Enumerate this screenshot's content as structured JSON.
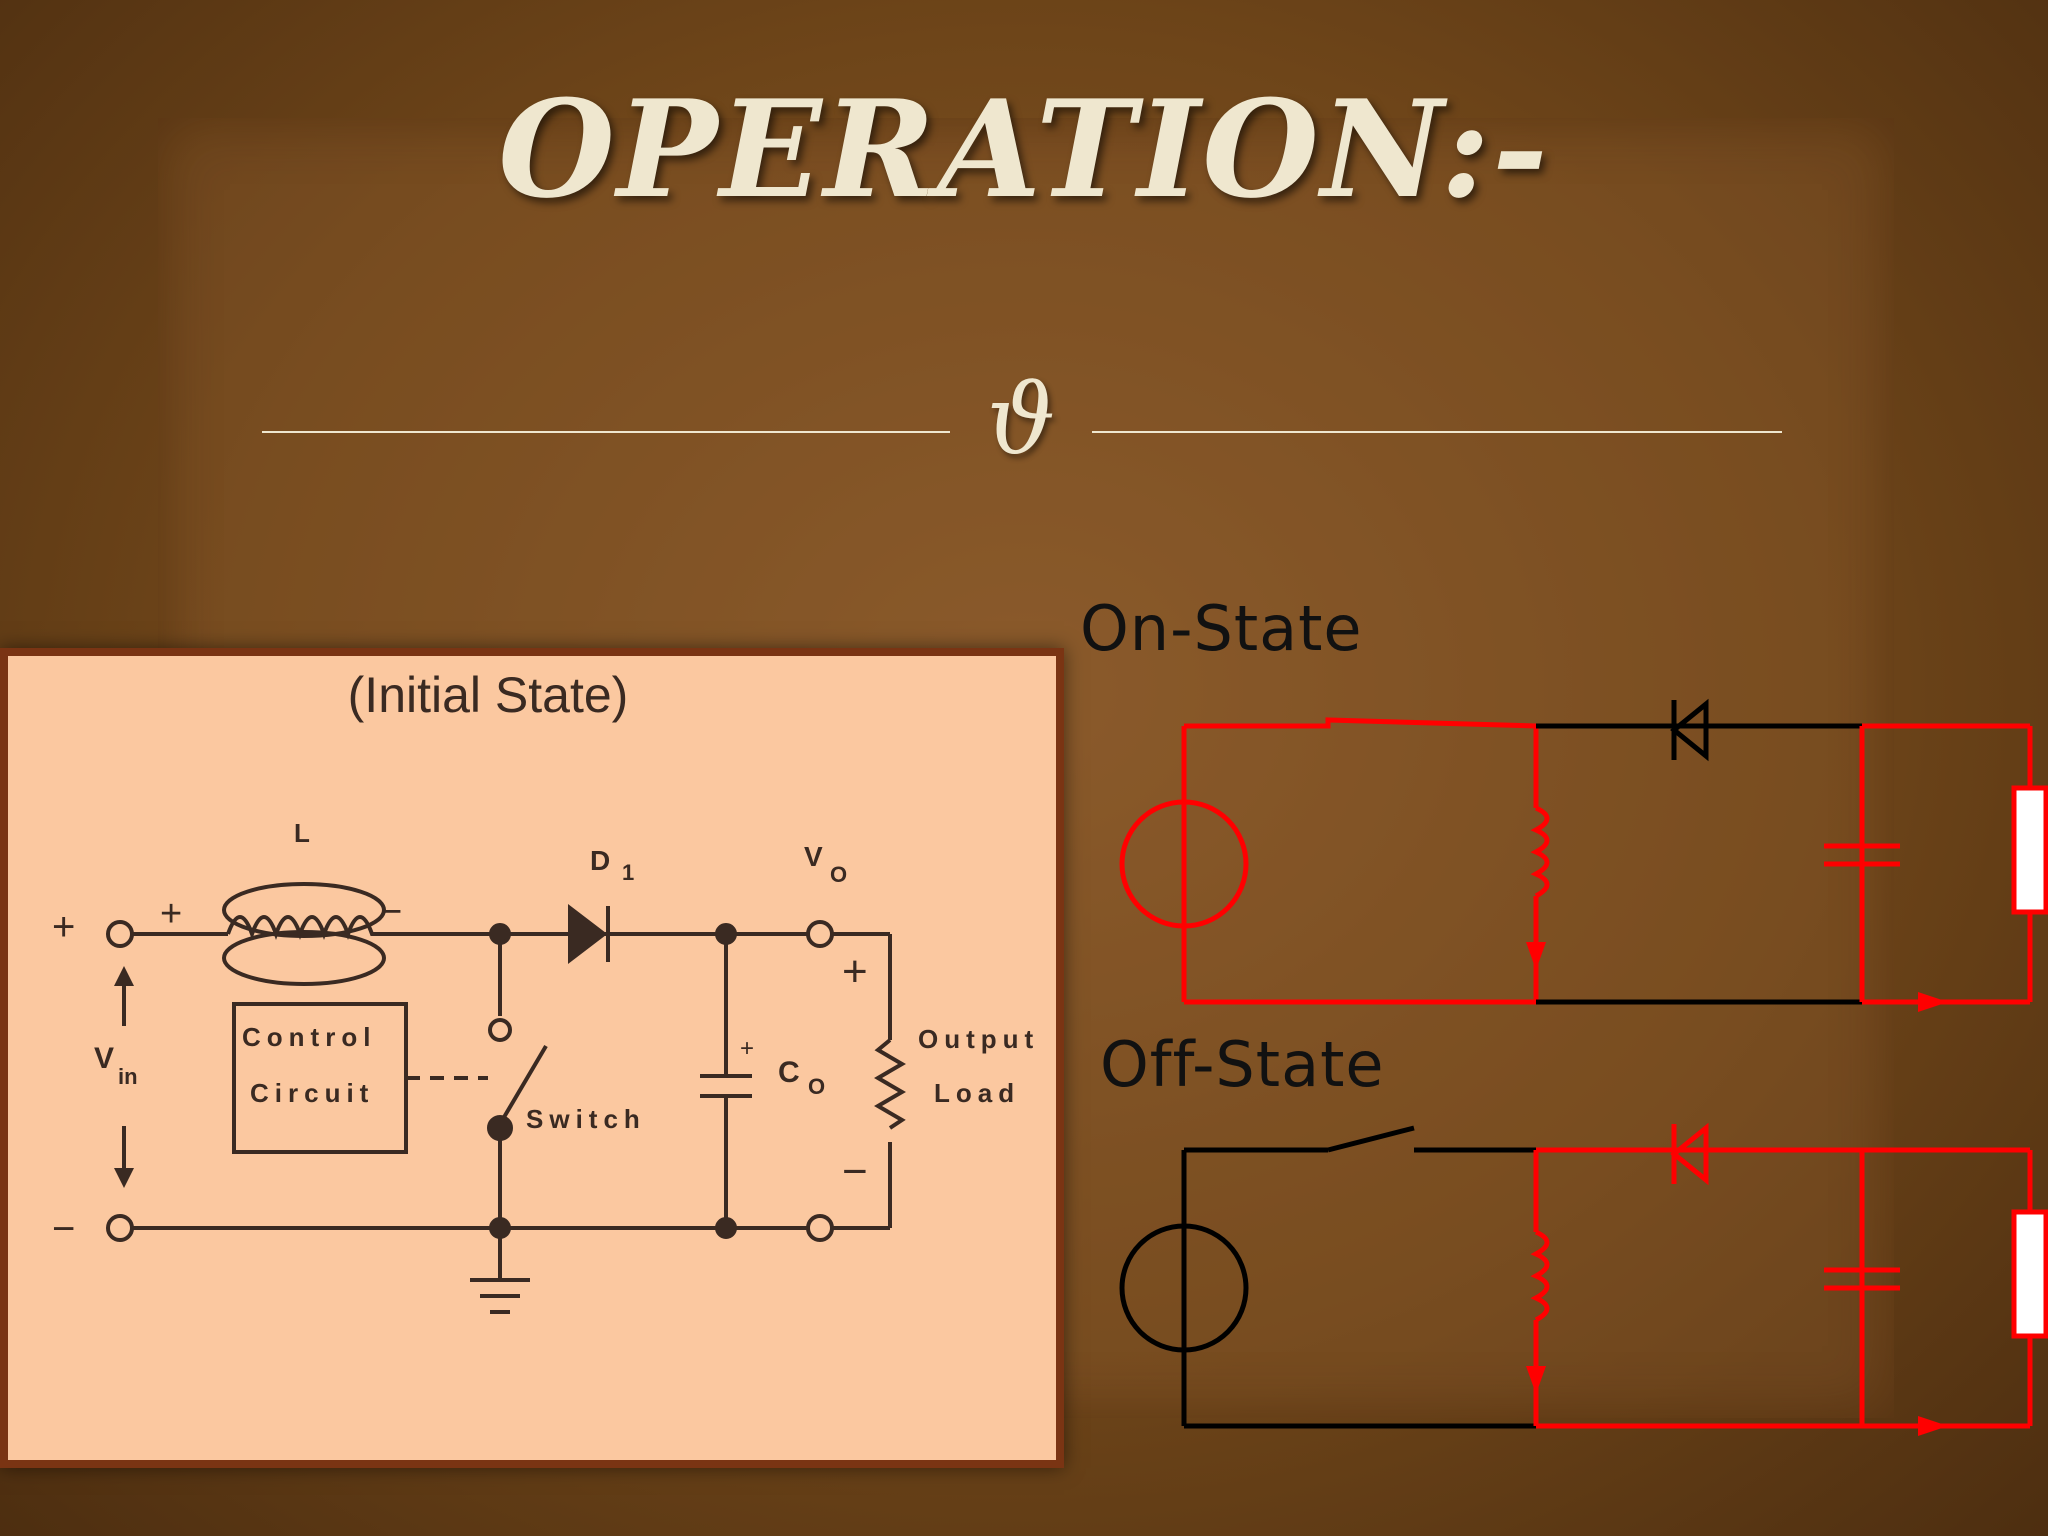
{
  "slide": {
    "title": "OPERATION:-",
    "ornament": "᳃"
  },
  "initial_diagram": {
    "title": "(Initial State)",
    "labels": {
      "inductor": "L",
      "diode": "D",
      "diode_sub": "1",
      "vout": "V",
      "vout_sub": "O",
      "vin": "V",
      "vin_sub": "in",
      "plus_in": "+",
      "minus_in": "−",
      "ind_plus": "+",
      "ind_minus": "−",
      "control_line1": "Control",
      "control_line2": "Circuit",
      "switch": "Switch",
      "cap": "C",
      "cap_sub": "O",
      "cap_plus": "+",
      "out_plus": "+",
      "out_minus": "−",
      "output_line1": "Output",
      "output_line2": "Load"
    }
  },
  "on_state": {
    "label": "On-State"
  },
  "off_state": {
    "label": "Off-State"
  },
  "colors": {
    "active_path": "#ff0000",
    "inactive_path": "#000000",
    "figure_bg": "#fbc8a0",
    "title_text": "#efe7cf"
  }
}
